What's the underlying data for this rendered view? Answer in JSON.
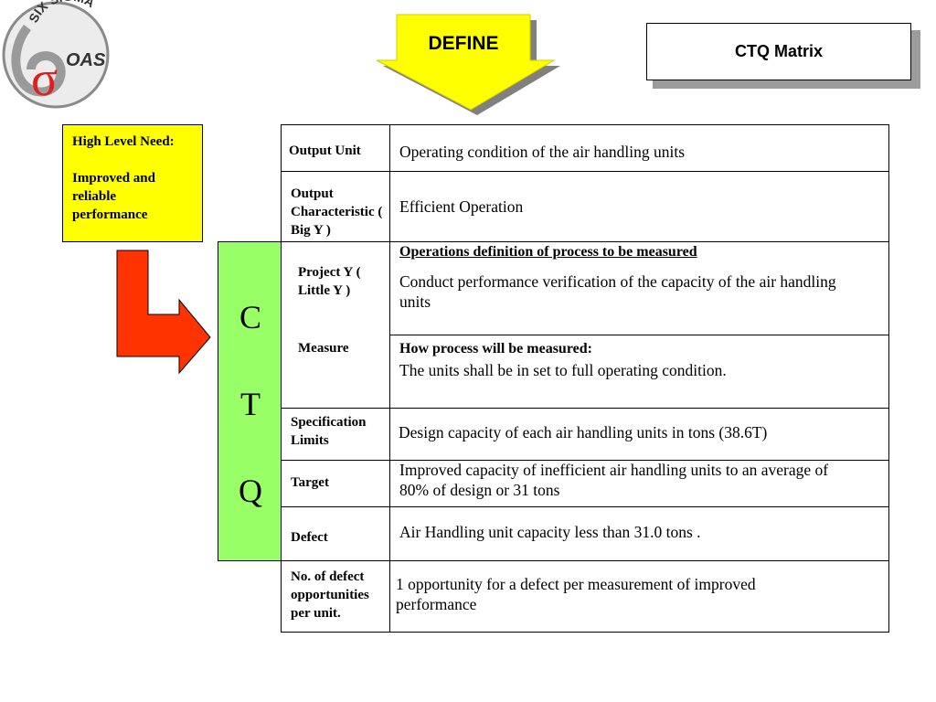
{
  "logo": {
    "arc_text": "SIX SIGMA",
    "side_text": "OAS",
    "symbol": "σ"
  },
  "header": {
    "define_label": "DEFINE",
    "ctq_title": "CTQ Matrix"
  },
  "need": {
    "title": "High Level Need:",
    "body": "Improved and reliable performance"
  },
  "ctq_letters": [
    "C",
    "T",
    "Q"
  ],
  "rows": {
    "output_unit": {
      "label": "Output Unit",
      "value": "Operating condition of the air handling units"
    },
    "output_characteristic": {
      "label": "Output Characteristic ( Big Y )",
      "value": "Efficient Operation"
    },
    "project_y": {
      "label": "Project Y ( Little Y )",
      "heading": "Operations definition of process to be measured",
      "value": "Conduct performance verification of the capacity of the air handling units"
    },
    "measure": {
      "label": "Measure",
      "heading": "How process will be measured:",
      "value": "The units shall be in set to  full operating condition."
    },
    "spec_limits": {
      "label": "Specification Limits",
      "value": "Design capacity of each air handling units in tons (38.6T)"
    },
    "target": {
      "label": "Target",
      "value": "Improved capacity of  inefficient air handling units  to an average of 80% of design or 31 tons"
    },
    "defect": {
      "label": "Defect",
      "value": "Air Handling unit capacity less than 31.0  tons ."
    },
    "defect_opportunities": {
      "label": "No. of defect opportunities per unit.",
      "value": "1 opportunity for a defect per measurement of improved performance"
    }
  },
  "colors": {
    "need_bg": "#ffff00",
    "define_arrow": "#ffff00",
    "ctq_strip": "#99ff66",
    "red_arrow": "#ff3300"
  }
}
